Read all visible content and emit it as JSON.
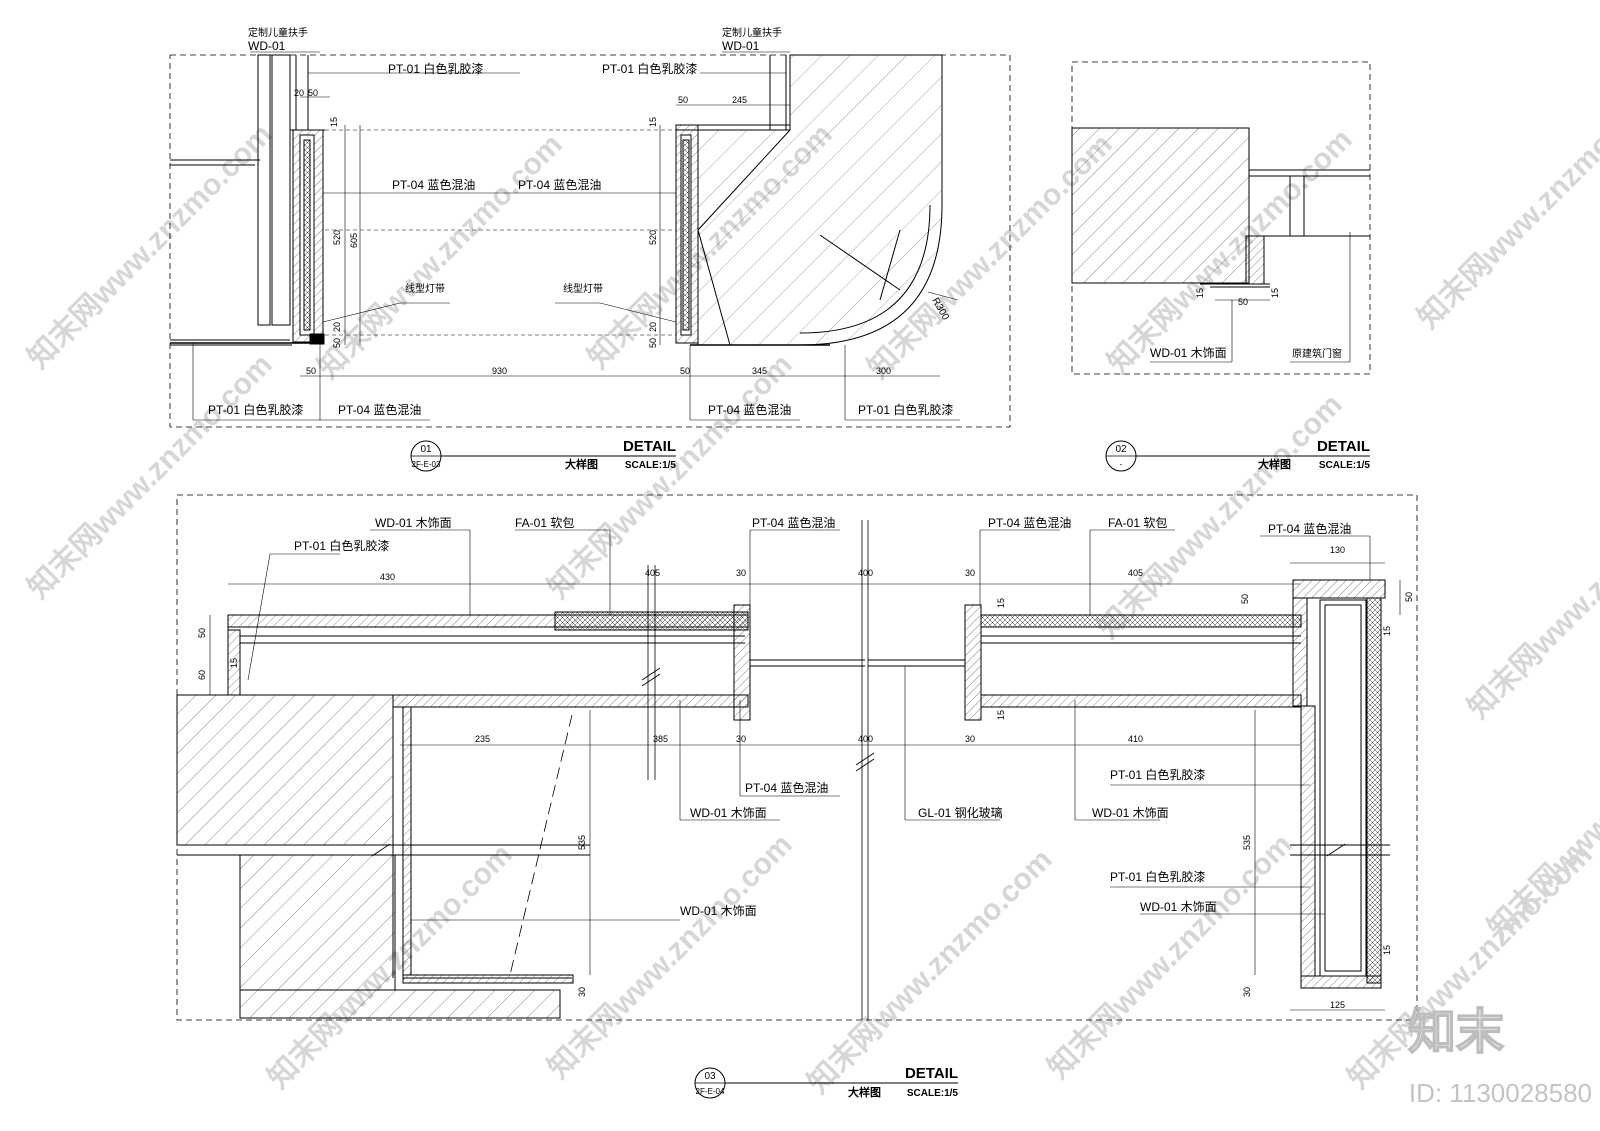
{
  "details": [
    {
      "number": "01",
      "ref": "2F-E-03",
      "title": "DETAIL",
      "subtitle": "大样图",
      "scale": "SCALE:1/5",
      "labels": [
        "定制儿童扶手",
        "WD-01",
        "PT-01 白色乳胶漆",
        "定制儿童扶手",
        "WD-01",
        "PT-01 白色乳胶漆",
        "PT-04 蓝色混油",
        "PT-04 蓝色混油",
        "线型灯带",
        "线型灯带",
        "PT-01 白色乳胶漆",
        "PT-04 蓝色混油",
        "PT-04 蓝色混油",
        "PT-01 白色乳胶漆",
        "R300"
      ],
      "dimensions": [
        "20",
        "50",
        "15",
        "520",
        "605",
        "50",
        "20",
        "50",
        "930",
        "50",
        "245",
        "15",
        "520",
        "50",
        "20",
        "50",
        "345",
        "300"
      ]
    },
    {
      "number": "02",
      "ref": "-",
      "title": "DETAIL",
      "subtitle": "大样图",
      "scale": "SCALE:1/5",
      "labels": [
        "WD-01 木饰面",
        "原建筑门窗"
      ],
      "dimensions": [
        "15",
        "50",
        "15"
      ]
    },
    {
      "number": "03",
      "ref": "2F-E-04",
      "title": "DETAIL",
      "subtitle": "大样图",
      "scale": "SCALE:1/5",
      "labels": [
        "WD-01 木饰面",
        "PT-01 白色乳胶漆",
        "FA-01 软包",
        "PT-04 蓝色混油",
        "PT-04 蓝色混油",
        "FA-01 软包",
        "PT-04 蓝色混油",
        "PT-04 蓝色混油",
        "WD-01 木饰面",
        "GL-01 钢化玻璃",
        "WD-01 木饰面",
        "PT-01 白色乳胶漆",
        "PT-01 白色乳胶漆",
        "WD-01 木饰面",
        "WD-01 木饰面"
      ],
      "dimensions": [
        "430",
        "405",
        "30",
        "400",
        "30",
        "405",
        "130",
        "50",
        "50",
        "60",
        "15",
        "15",
        "235",
        "385",
        "30",
        "400",
        "30",
        "410",
        "15",
        "535",
        "535",
        "15",
        "30",
        "30",
        "125",
        "50",
        "15"
      ]
    }
  ],
  "watermark": {
    "text": "知末网www.znzmo.com",
    "logo": "知末",
    "id": "ID: 1130028580"
  },
  "colors": {
    "ink": "#000000",
    "hatch": "#444444",
    "watermark": "#d9d9d9"
  }
}
